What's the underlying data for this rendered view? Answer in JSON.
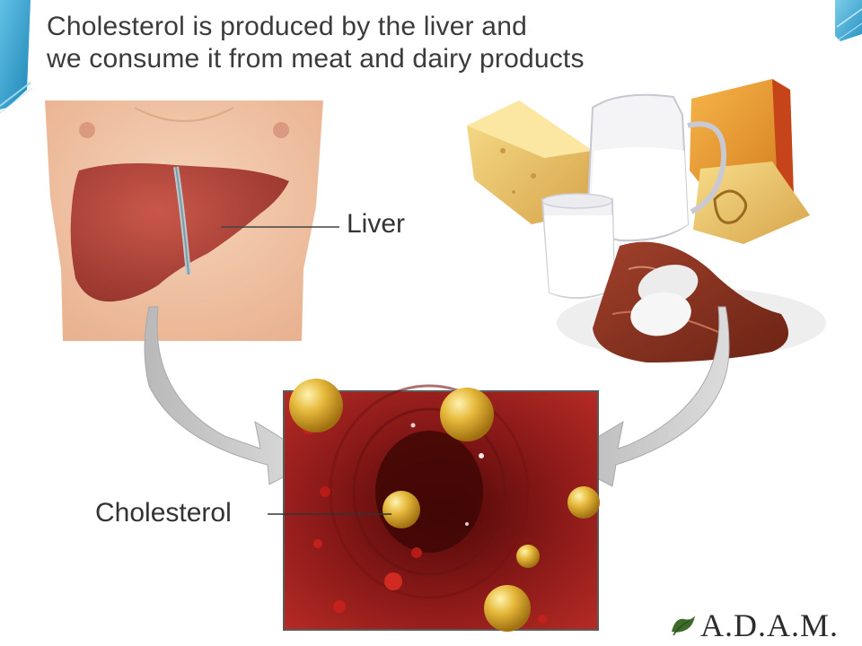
{
  "title": {
    "line1": "Cholesterol is produced by the liver and",
    "line2": "we consume it from meat and dairy products"
  },
  "labels": {
    "liver": "Liver",
    "cholesterol": "Cholesterol"
  },
  "logo": {
    "text": "A.D.A.M."
  },
  "colors": {
    "frame_accent": "#3a9fd0",
    "liver": "#b5473d",
    "skin": "#f0c5a6",
    "artery": "#8c1a17",
    "cholesterol_droplet": "#e2b33a",
    "arrow": "#c9c9c9",
    "text": "#333333"
  }
}
